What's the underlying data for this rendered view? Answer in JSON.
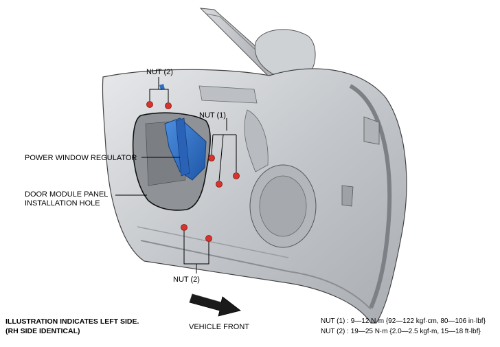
{
  "labels": {
    "nut2_top": "NUT (2)",
    "nut1": "NUT (1)",
    "regulator": "POWER WINDOW REGULATOR",
    "hole_line1": "DOOR MODULE PANEL",
    "hole_line2": "INSTALLATION HOLE",
    "nut2_bottom": "NUT (2)",
    "vehicle_front": "VEHICLE FRONT"
  },
  "notes": {
    "line1": "ILLUSTRATION INDICATES LEFT SIDE.",
    "line2": "(RH SIDE IDENTICAL)"
  },
  "torque": {
    "nut1_label": "NUT (1) :",
    "nut1_value": "9—12 N·m {92—122 kgf·cm, 80—106 in·lbf}",
    "nut2_label": "NUT (2) :",
    "nut2_value": "19—25 N·m {2.0—2.5 kgf·m, 15—18 ft·lbf}"
  },
  "colors": {
    "regulator": "#2f6fc4",
    "nut": "#d8342c",
    "door": "#c9ccd0",
    "outline": "#1a1a1a"
  }
}
